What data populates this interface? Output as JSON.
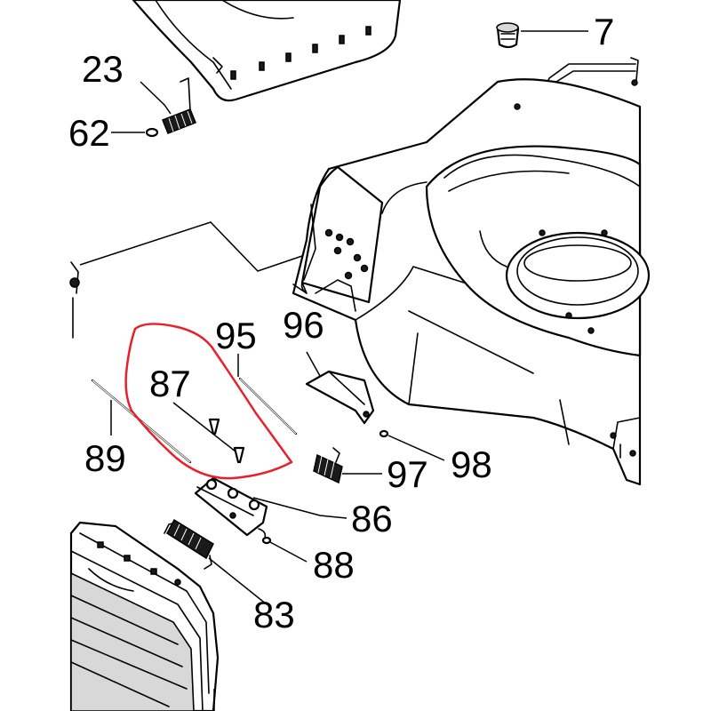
{
  "diagram": {
    "callouts": {
      "c7": "7",
      "c23": "23",
      "c62": "62",
      "c95": "95",
      "c96": "96",
      "c87": "87",
      "c89": "89",
      "c97": "97",
      "c98": "98",
      "c86": "86",
      "c88": "88",
      "c83": "83"
    },
    "highlight_color": "#e8202a"
  }
}
